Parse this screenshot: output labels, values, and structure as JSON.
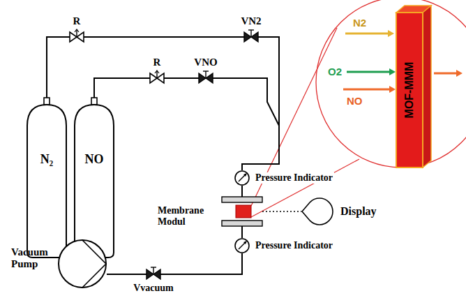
{
  "diagram": {
    "nodes": [
      {
        "text": [
          "R"
        ]
      },
      {
        "text": [
          "VN2"
        ]
      },
      {
        "text": [
          "R"
        ]
      },
      {
        "text": [
          "VNO"
        ]
      },
      {
        "text": [
          "MOF-MMM"
        ]
      },
      {
        "text": [
          "N₂"
        ]
      },
      {
        "text": [
          "NO"
        ]
      },
      {
        "text": [
          "Pressure Indicator"
        ]
      },
      {
        "text": [
          "Membrane Modul"
        ]
      },
      {
        "text": [
          "Display"
        ]
      },
      {
        "text": [
          "Pressure Indicator"
        ]
      },
      {
        "text": [
          "Vacuum Pump"
        ]
      },
      {
        "text": [
          "Vvacuum"
        ]
      }
    ],
    "edges": [
      {
        "from": 5,
        "to": 0,
        "arrow": "none"
      },
      {
        "from": 0,
        "to": 1,
        "arrow": "none"
      },
      {
        "from": 1,
        "to": 7,
        "arrow": "none"
      },
      {
        "from": 6,
        "to": 2,
        "arrow": "none"
      },
      {
        "from": 2,
        "to": 3,
        "arrow": "none"
      },
      {
        "from": 3,
        "to": 7,
        "arrow": "none"
      },
      {
        "from": 7,
        "to": 8,
        "arrow": "none"
      },
      {
        "from": 8,
        "to": 10,
        "arrow": "none"
      },
      {
        "from": 8,
        "to": 9,
        "arrow": "none"
      },
      {
        "from": 10,
        "to": 12,
        "arrow": "none"
      },
      {
        "from": 12,
        "to": 11,
        "arrow": "none"
      }
    ],
    "labels": [
      "N2",
      "O2",
      "NO"
    ]
  }
}
